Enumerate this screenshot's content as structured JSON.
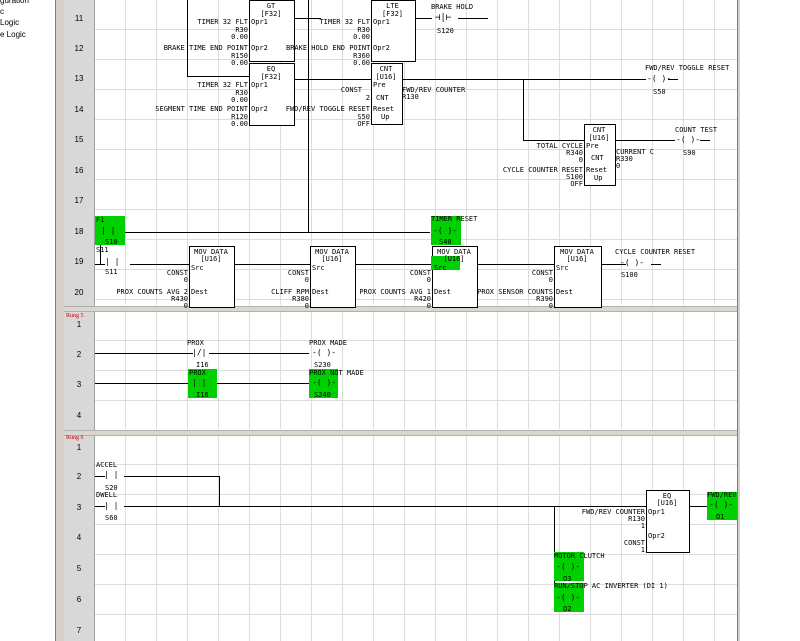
{
  "project_tree": {
    "items": [
      "guration",
      "c",
      "Logic",
      "e Logic"
    ]
  },
  "rung_labels": {
    "rung5": "Rung 5",
    "rung6": "Rung 6"
  },
  "rows": {
    "r11": "11",
    "r12": "12",
    "r13": "13",
    "r14": "14",
    "r15": "15",
    "r16": "16",
    "r17": "17",
    "r18": "18",
    "r19": "19",
    "r20": "20",
    "r5_1": "1",
    "r5_2": "2",
    "r5_3": "3",
    "r5_4": "4",
    "r6_1": "1",
    "r6_2": "2",
    "r6_3": "3",
    "r6_4": "4",
    "r6_5": "5",
    "r6_6": "6",
    "r6_7": "7"
  },
  "rung4": {
    "gt": {
      "name": "GT",
      "type": "[F32]",
      "opr1_label": "TIMER 32 FLT",
      "opr1_reg": "R30",
      "opr1_val": "0.00",
      "opr2_label": "BRAKE TIME END POINT",
      "opr2_reg": "R150",
      "opr2_val": "0.00"
    },
    "lte": {
      "name": "LTE",
      "type": "[F32]",
      "opr1_label": "TIMER 32 FLT",
      "opr1_reg": "R30",
      "opr1_val": "0.00",
      "opr2_label": "BRAKE HOLD END POINT",
      "opr2_reg": "R360",
      "opr2_val": "0.00"
    },
    "brake_hold": {
      "label": "BRAKE HOLD",
      "addr": "S120"
    },
    "eq": {
      "name": "EQ",
      "type": "[F32]",
      "opr1_label": "TIMER 32 FLT",
      "opr1_reg": "R30",
      "opr1_val": "0.00",
      "opr2_label": "SEGMENT TIME END POINT",
      "opr2_reg": "R120",
      "opr2_val": "0.00"
    },
    "cnt1": {
      "name": "CNT",
      "type": "[U16]",
      "pre_label": "CONST",
      "pre_val": "2",
      "pre_pin": "Pre",
      "cnt_pin": "CNT",
      "cnt_label": "FWD/REV COUNTER",
      "cnt_reg": "R130",
      "reset_label": "FWD/REV TOGGLE RESET",
      "reset_addr": "S50",
      "reset_state": "OFF",
      "reset_pin": "Reset",
      "up_pin": "Up"
    },
    "fwd_rev_toggle_reset": {
      "label": "FWD/REV TOGGLE RESET",
      "addr": "S50"
    },
    "cnt2": {
      "name": "CNT",
      "type": "[U16]",
      "pre_label": "TOTAL CYCLE",
      "pre_reg": "R340",
      "pre_val": "0",
      "cnt_label": "CURRENT C",
      "cnt_reg": "R330",
      "cnt_val": "0",
      "reset_label": "CYCLE COUNTER RESET",
      "reset_addr": "S100",
      "reset_state": "OFF",
      "pre_pin": "Pre",
      "cnt_pin": "CNT",
      "reset_pin": "Reset",
      "up_pin": "Up"
    },
    "count_test": {
      "label": "COUNT TEST",
      "addr": "S90"
    },
    "f1": {
      "label": "F1",
      "addr": "S10"
    },
    "timer_reset": {
      "label": "TIMER RESET",
      "addr": "S40"
    },
    "s11": {
      "label": "S11",
      "addr": "S11"
    },
    "mov1": {
      "name": "MOV DATA",
      "type": "[U16]",
      "src_label": "CONST",
      "src_val": "0",
      "dest_label": "PROX COUNTS AVG 2",
      "dest_reg": "R430",
      "dest_val": "0"
    },
    "mov2": {
      "name": "MOV DATA",
      "type": "[U16]",
      "src_label": "CONST",
      "src_val": "0",
      "dest_label": "CLIFF RPM",
      "dest_reg": "R380",
      "dest_val": "0"
    },
    "mov3": {
      "name": "MOV DATA",
      "type": "[U16]",
      "src_label": "CONST",
      "src_val": "0",
      "dest_label": "PROX COUNTS AVG 1",
      "dest_reg": "R420",
      "dest_val": "0"
    },
    "mov4": {
      "name": "MOV DATA",
      "type": "[U16]",
      "src_label": "CONST",
      "src_val": "0",
      "dest_label": "PROX SENSOR COUNTS",
      "dest_reg": "R390",
      "dest_val": "0"
    },
    "cycle_counter_reset": {
      "label": "CYCLE COUNTER RESET",
      "addr": "S100"
    },
    "pins": {
      "opr1": "Opr1",
      "opr2": "Opr2",
      "src": "Src",
      "dest": "Dest"
    }
  },
  "rung5": {
    "prox_nc": {
      "label": "PROX",
      "addr": "I16"
    },
    "prox_made": {
      "label": "PROX MADE",
      "addr": "S230"
    },
    "prox_no": {
      "label": "PROX",
      "addr": "I16"
    },
    "prox_not_made": {
      "label": "PROX NOT MADE",
      "addr": "S240"
    }
  },
  "rung6": {
    "accel": {
      "label": "ACCEL",
      "addr": "S20"
    },
    "dwell": {
      "label": "DWELL",
      "addr": "S60"
    },
    "eq": {
      "name": "EQ",
      "type": "[U16]",
      "opr1_label": "FWD/REV COUNTER",
      "opr1_reg": "R130",
      "opr1_val": "1",
      "opr2_label": "CONST",
      "opr2_val": "1"
    },
    "fwd_rev": {
      "label": "FWD/REV",
      "addr": "O1"
    },
    "motor_clutch": {
      "label": "MOTOR CLUTCH",
      "addr": "O3"
    },
    "run_stop": {
      "label": "RUN/STOP AC INVERTER (DI 1)",
      "addr": "O2"
    }
  },
  "colors": {
    "energized": "#00d000",
    "rung_label": "#d00000",
    "rail": "#d8d8d8"
  }
}
